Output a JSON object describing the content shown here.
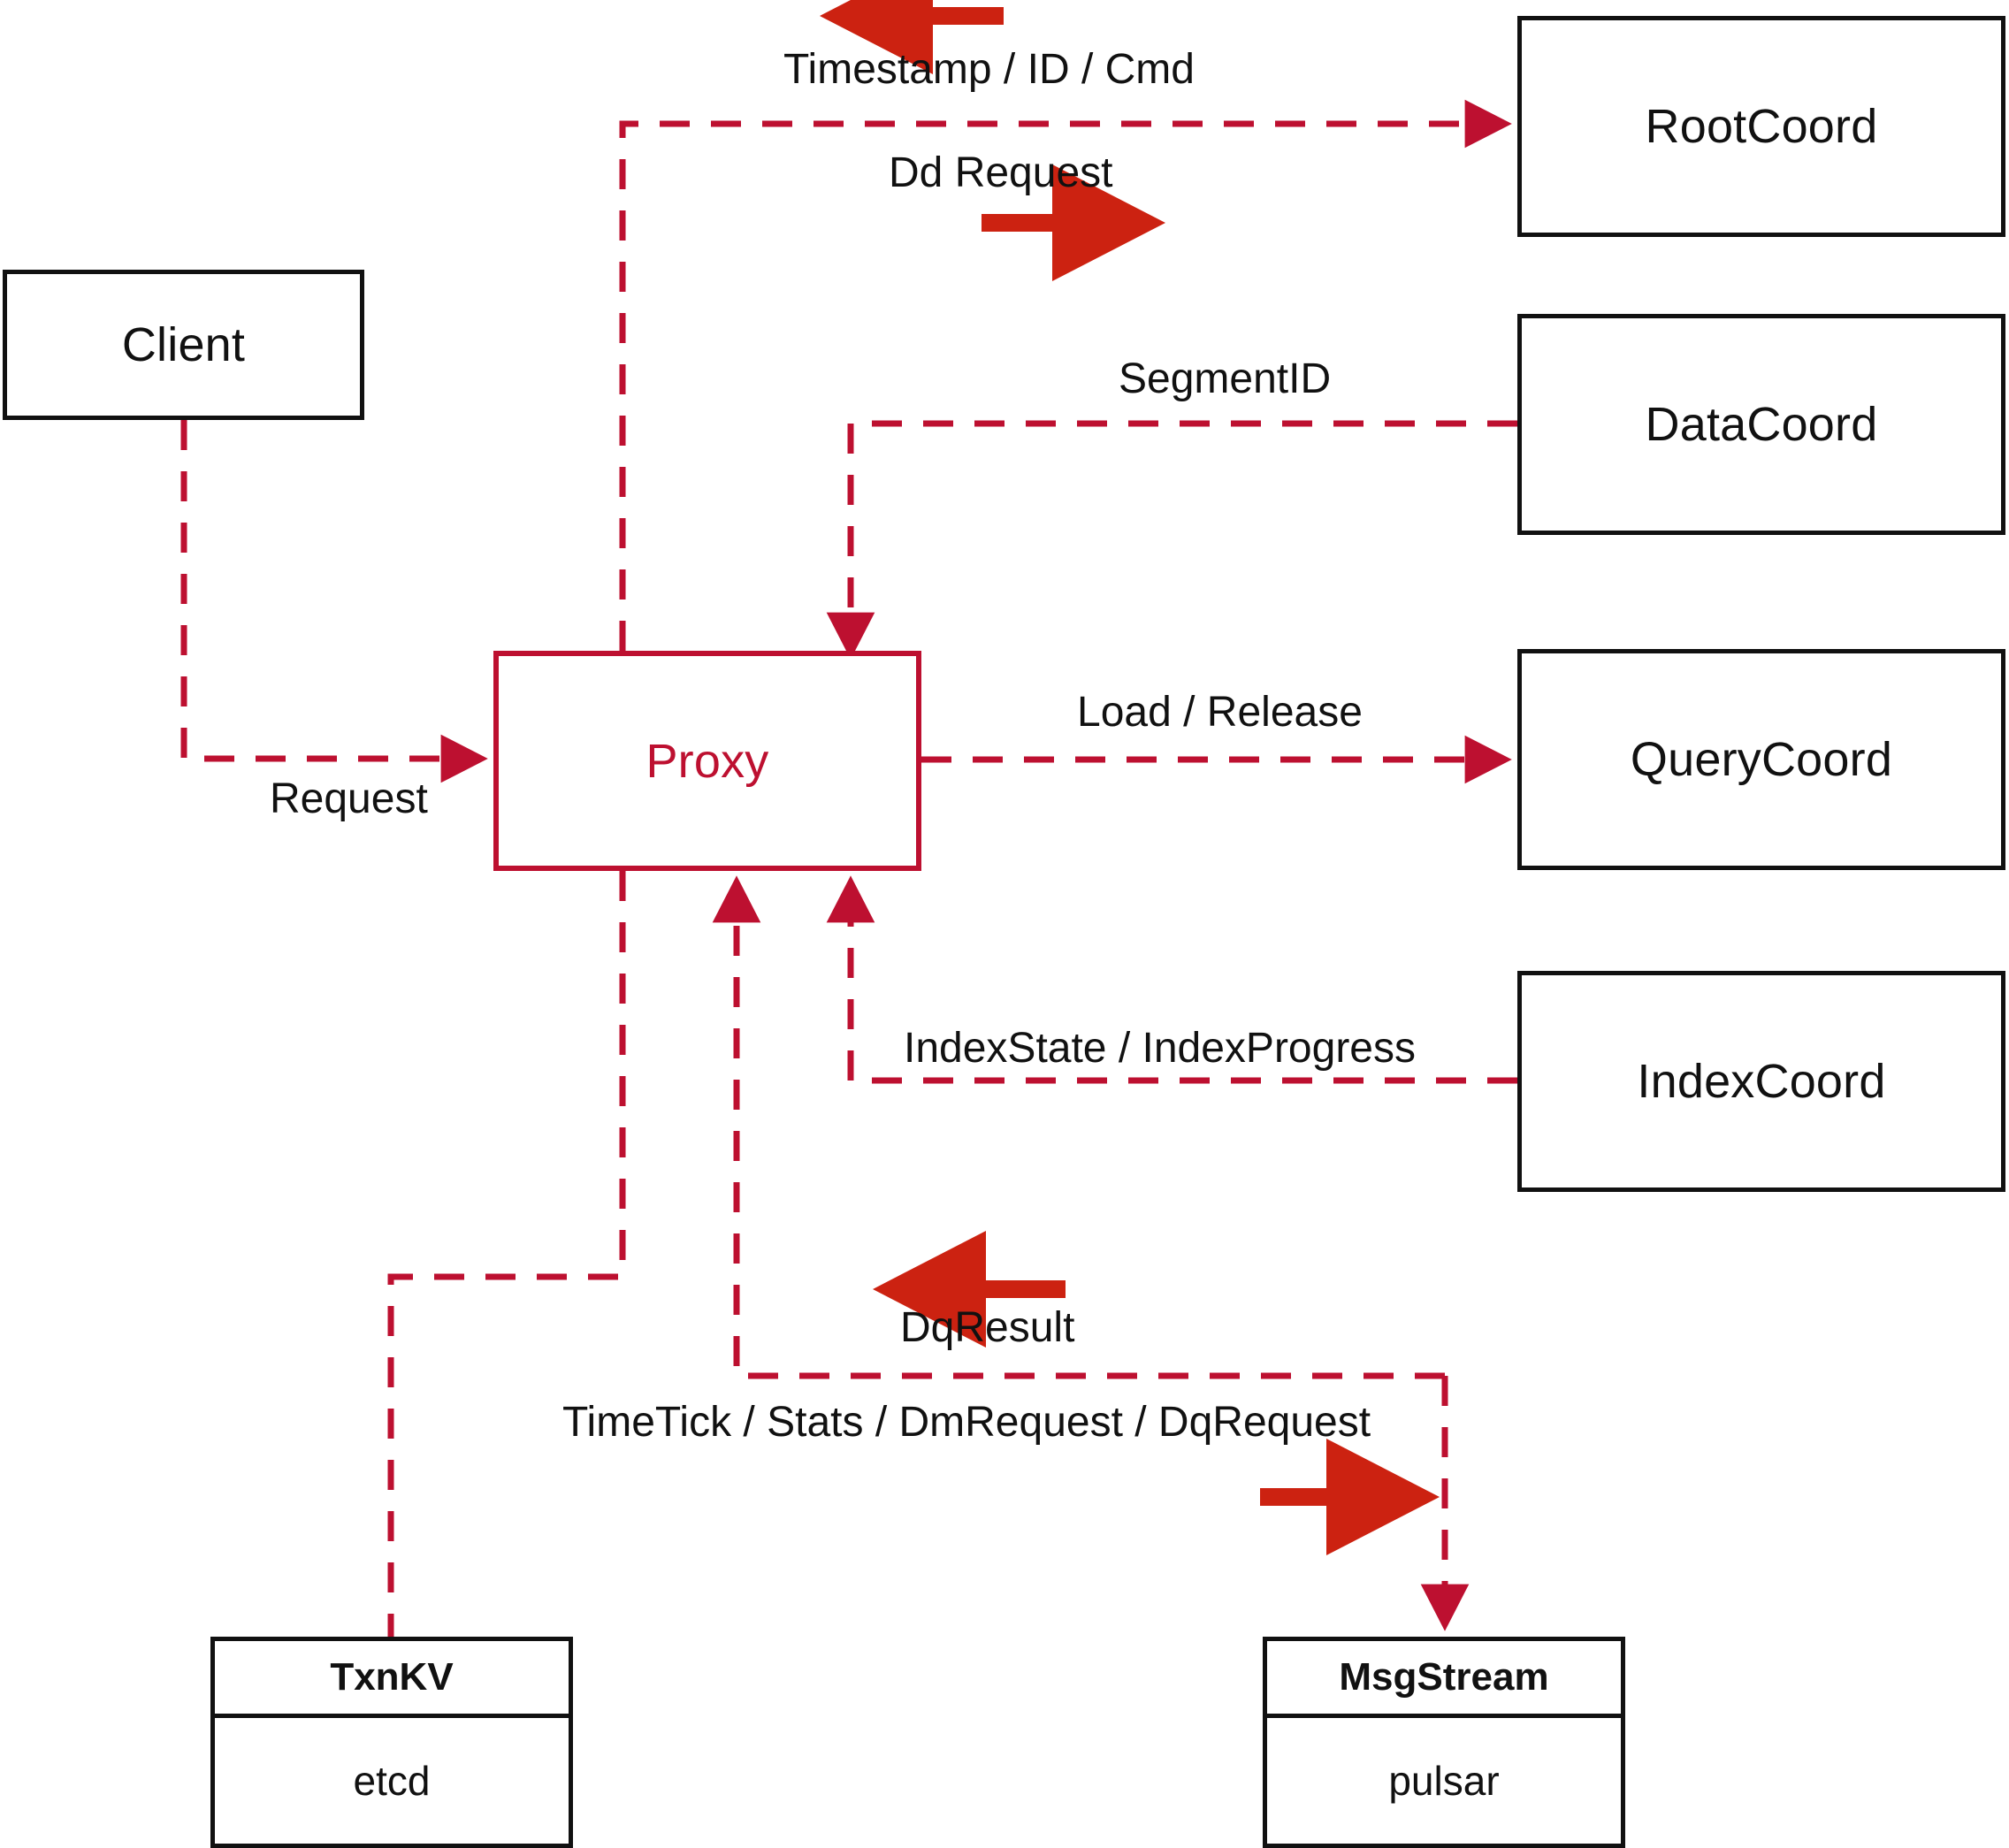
{
  "diagram": {
    "title": "Milvus Proxy interaction diagram",
    "colors": {
      "connector": "#BD1030",
      "legend_arrow": "#CC2211",
      "node_border": "#111111",
      "proxy_border": "#BD1030",
      "background": "#FFFFFF"
    }
  },
  "nodes": {
    "client": {
      "label": "Client"
    },
    "proxy": {
      "label": "Proxy"
    },
    "root_coord": {
      "label": "RootCoord"
    },
    "data_coord": {
      "label": "DataCoord"
    },
    "query_coord": {
      "label": "QueryCoord"
    },
    "index_coord": {
      "label": "IndexCoord"
    }
  },
  "storages": {
    "txnkv": {
      "title": "TxnKV",
      "impl": "etcd"
    },
    "msgstream": {
      "title": "MsgStream",
      "impl": "pulsar"
    }
  },
  "edge_labels": {
    "timestamp_id_cmd": "Timestamp / ID / Cmd",
    "dd_request": "Dd Request",
    "segment_id": "SegmentID",
    "request": "Request",
    "load_release": "Load / Release",
    "index_state_progress": "IndexState / IndexProgress",
    "dq_result": "DqResult",
    "timetick_stats": "TimeTick / Stats / DmRequest / DqRequest"
  }
}
